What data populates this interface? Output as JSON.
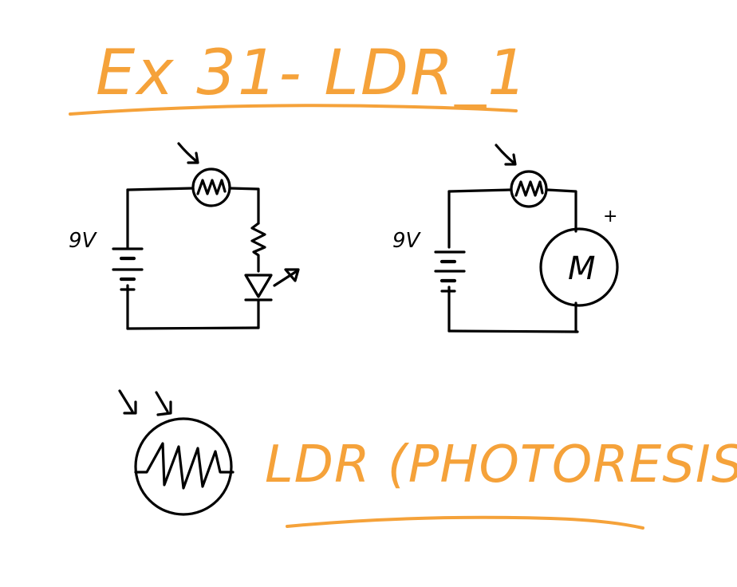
{
  "title": "Ex 31- LDR_1",
  "label": "LDR (PHOTORESISTOR)",
  "circuit_led": {
    "battery_label": "9V"
  },
  "circuit_motor": {
    "battery_label": "9V",
    "motor_label": "M",
    "polarity_label": "+"
  },
  "colors": {
    "accent": "#F5A23A",
    "ink": "#000000",
    "background": "#FFFFFF"
  }
}
